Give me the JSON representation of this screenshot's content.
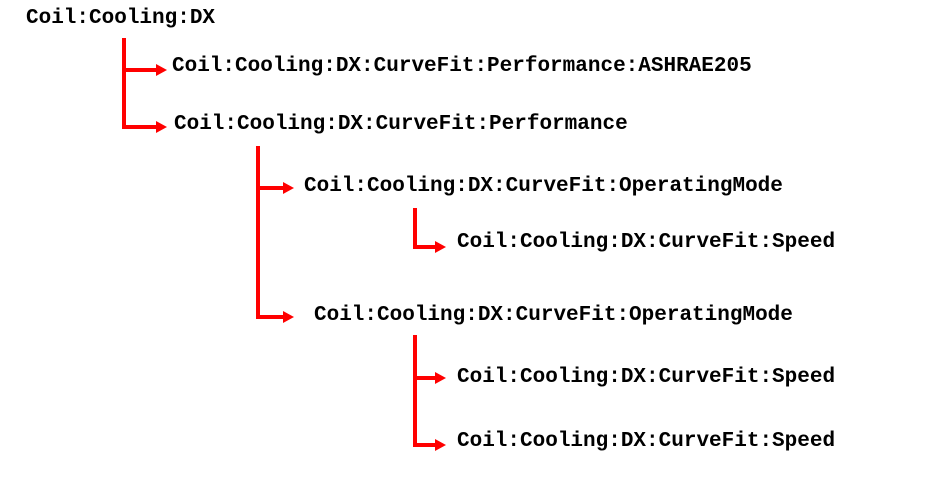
{
  "diagram": {
    "type": "tree",
    "description": "Object hierarchy of Coil:Cooling:DX child object types",
    "nodes": [
      {
        "id": "root",
        "label": "Coil:Cooling:DX",
        "depth": 0
      },
      {
        "id": "ashrae205",
        "label": "Coil:Cooling:DX:CurveFit:Performance:ASHRAE205",
        "depth": 1
      },
      {
        "id": "performance",
        "label": "Coil:Cooling:DX:CurveFit:Performance",
        "depth": 1
      },
      {
        "id": "operating-mode-1",
        "label": "Coil:Cooling:DX:CurveFit:OperatingMode",
        "depth": 2
      },
      {
        "id": "speed-1",
        "label": "Coil:Cooling:DX:CurveFit:Speed",
        "depth": 3
      },
      {
        "id": "operating-mode-2",
        "label": "Coil:Cooling:DX:CurveFit:OperatingMode",
        "depth": 2
      },
      {
        "id": "speed-2",
        "label": "Coil:Cooling:DX:CurveFit:Speed",
        "depth": 3
      },
      {
        "id": "speed-3",
        "label": "Coil:Cooling:DX:CurveFit:Speed",
        "depth": 3
      }
    ],
    "edges": [
      {
        "from": "root",
        "to": "ashrae205"
      },
      {
        "from": "root",
        "to": "performance"
      },
      {
        "from": "performance",
        "to": "operating-mode-1"
      },
      {
        "from": "performance",
        "to": "operating-mode-2"
      },
      {
        "from": "operating-mode-1",
        "to": "speed-1"
      },
      {
        "from": "operating-mode-2",
        "to": "speed-2"
      },
      {
        "from": "operating-mode-2",
        "to": "speed-3"
      }
    ],
    "colors": {
      "connector": "#ff0000",
      "text": "#000000",
      "background": "#ffffff"
    }
  }
}
